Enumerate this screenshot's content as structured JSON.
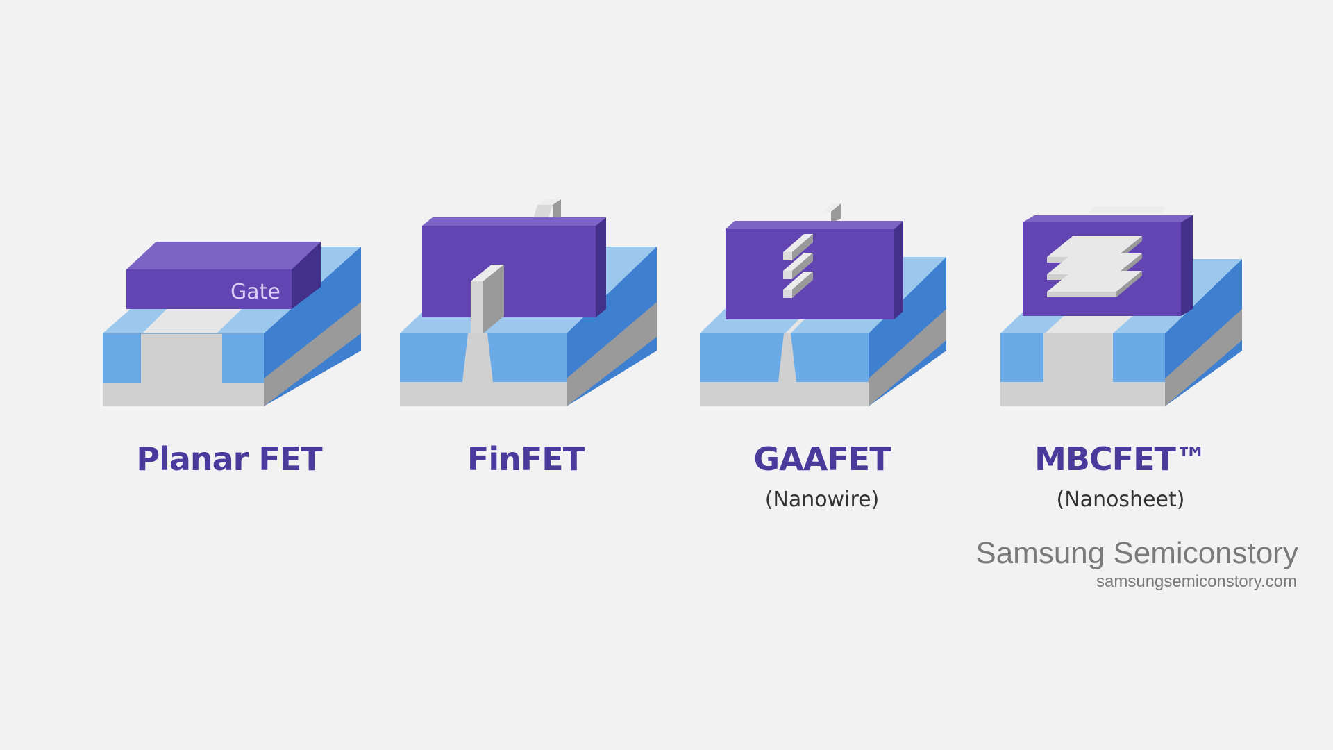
{
  "colors": {
    "background": "#f2f2f2",
    "gate_front": "#6244b3",
    "gate_top": "#7b64c4",
    "gate_side": "#43308a",
    "oxide_front": "#6aaae6",
    "oxide_top": "#9dc8ee",
    "oxide_side": "#3f7fd0",
    "silicon_front": "#d0d0d0",
    "silicon_top": "#e6e6e6",
    "silicon_side": "#9a9a9a",
    "label_color": "#4a3a9c",
    "sublabel_color": "#333333",
    "watermark_color": "#7a7a7a"
  },
  "devices": [
    {
      "id": "planar",
      "label": "Planar FET",
      "sublabel": "",
      "gate_text": "Gate"
    },
    {
      "id": "finfet",
      "label": "FinFET",
      "sublabel": ""
    },
    {
      "id": "gaafet",
      "label": "GAAFET",
      "sublabel": "(Nanowire)"
    },
    {
      "id": "mbcfet",
      "label": "MBCFET™",
      "sublabel": "(Nanosheet)"
    }
  ],
  "watermark": {
    "title": "Samsung Semiconstory",
    "url": "samsungsemiconstory.com"
  }
}
